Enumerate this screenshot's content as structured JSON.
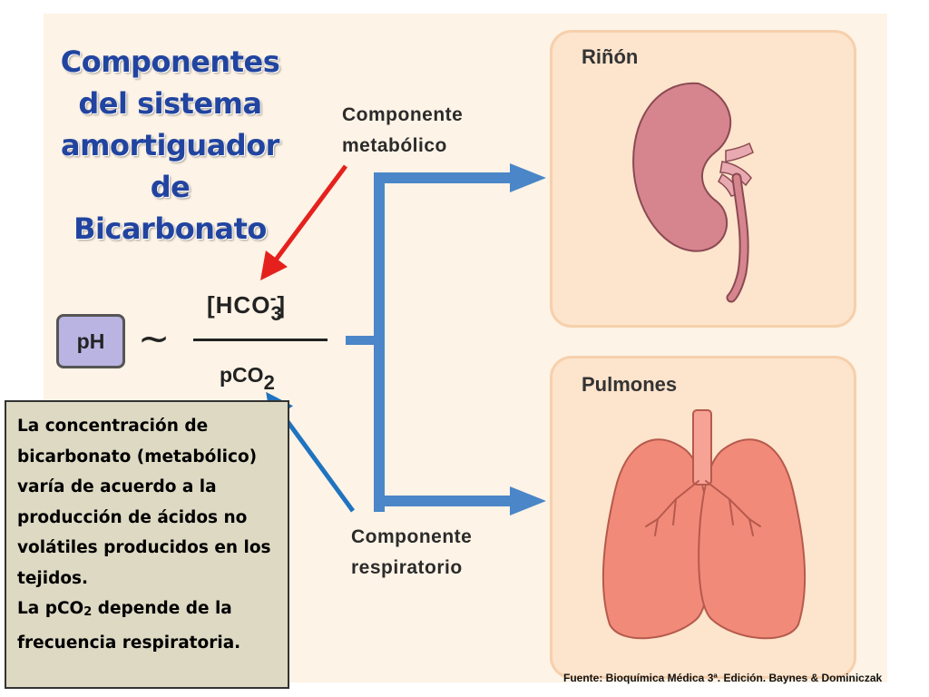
{
  "title": {
    "line1": "Componentes",
    "line2": "del sistema",
    "line3": "amortiguador",
    "line4": "de Bicarbonato"
  },
  "equation": {
    "ph_label": "pH",
    "approx_symbol": "~",
    "numerator_base": "[HCO",
    "numerator_sub": "3",
    "numerator_charge": "-",
    "numerator_close": "]",
    "denominator_base": "pCO",
    "denominator_sub": "2"
  },
  "components": {
    "metabolic_line1": "Componente",
    "metabolic_line2": "metabólico",
    "respiratory_line1": "Componente",
    "respiratory_line2": "respiratorio"
  },
  "organs": {
    "kidney_title": "Riñón",
    "lungs_title": "Pulmones"
  },
  "note": {
    "paragraph1": "La concentración de bicarbonato (metabólico) varía de acuerdo a la producción de ácidos no volátiles producidos en los tejidos.",
    "paragraph2_before": "La pCO",
    "paragraph2_sub": "2",
    "paragraph2_after": " depende de la frecuencia respiratoria."
  },
  "source": "Fuente: Bioquímica Médica 3ª. Edición.  Baynes & Dominiczak",
  "colors": {
    "title": "#2144a0",
    "flow_arrows": "#4a86c8",
    "red_arrow": "#e5211d",
    "blue_arrow": "#1f73c0",
    "kidney": "#d6858e",
    "lungs": "#f28a7a",
    "ph_box": "#b9b4e2",
    "note_box": "#ddd9c3"
  }
}
